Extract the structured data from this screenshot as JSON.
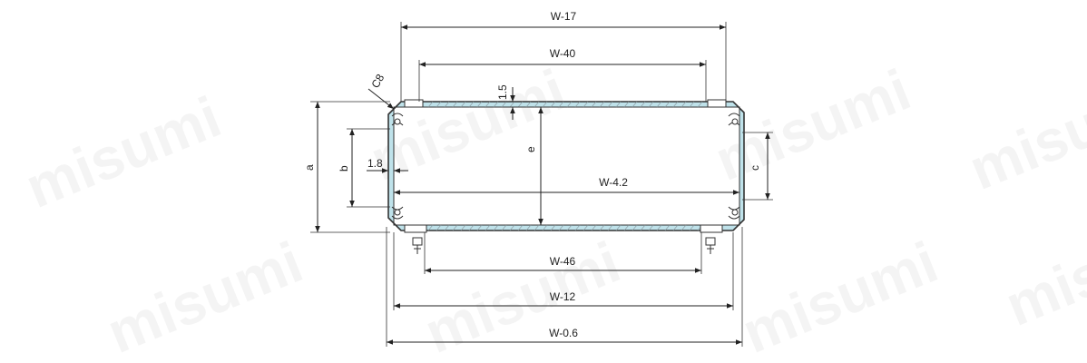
{
  "watermark": {
    "text": "misumi"
  },
  "dimensions": {
    "top_outer": "W-17",
    "top_inner": "W-40",
    "chamfer": "C8",
    "wall_thickness": "1.5",
    "height_a": "a",
    "height_b": "b",
    "height_c": "c",
    "height_e": "e",
    "side_wall": "1.8",
    "inner_width": "W-4.2",
    "bottom_inner": "W-46",
    "bottom_mid": "W-12",
    "bottom_outer": "W-0.6"
  },
  "colors": {
    "line": "#222222",
    "wall_fill": "#bfe2ea",
    "watermark": "#000000"
  }
}
